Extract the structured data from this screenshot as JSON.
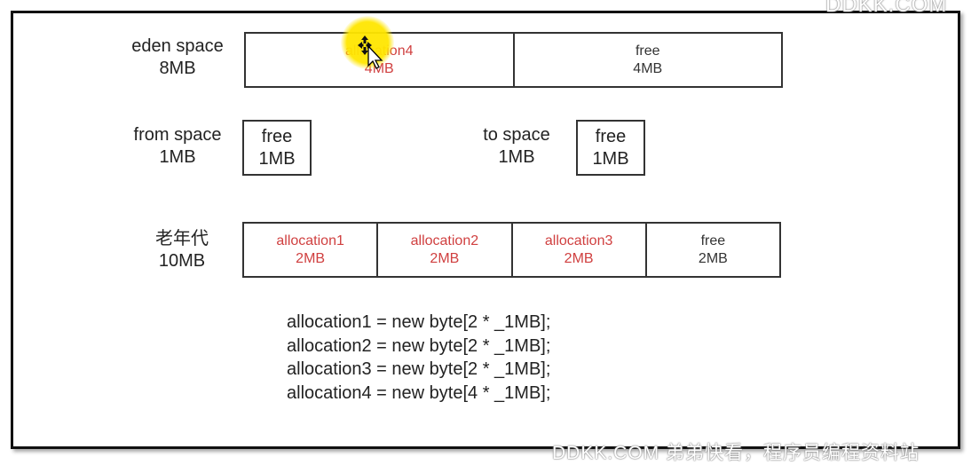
{
  "eden": {
    "title": "eden space",
    "size": "8MB",
    "cells": [
      {
        "name": "allocation4",
        "size": "4MB",
        "used": true
      },
      {
        "name": "free",
        "size": "4MB",
        "used": false
      }
    ]
  },
  "from_space": {
    "title": "from space",
    "size": "1MB",
    "cell_name": "free",
    "cell_size": "1MB"
  },
  "to_space": {
    "title": "to space",
    "size": "1MB",
    "cell_name": "free",
    "cell_size": "1MB"
  },
  "old_gen": {
    "title": "老年代",
    "size": "10MB",
    "cells": [
      {
        "name": "allocation1",
        "size": "2MB",
        "used": true
      },
      {
        "name": "allocation2",
        "size": "2MB",
        "used": true
      },
      {
        "name": "allocation3",
        "size": "2MB",
        "used": true
      },
      {
        "name": "free",
        "size": "2MB",
        "used": false
      }
    ]
  },
  "code_lines": [
    "allocation1 = new byte[2 * _1MB];",
    "allocation2 = new byte[2 * _1MB];",
    "allocation3 = new byte[2 * _1MB];",
    "allocation4 = new byte[4 * _1MB];"
  ],
  "colors": {
    "used": "#d04040",
    "free": "#333333",
    "cursor_highlight": "#ffe600"
  },
  "watermark_top": "DDKK.COM",
  "watermark_bottom": "DDKK.COM 弟弟快看，程序员编程资料站"
}
